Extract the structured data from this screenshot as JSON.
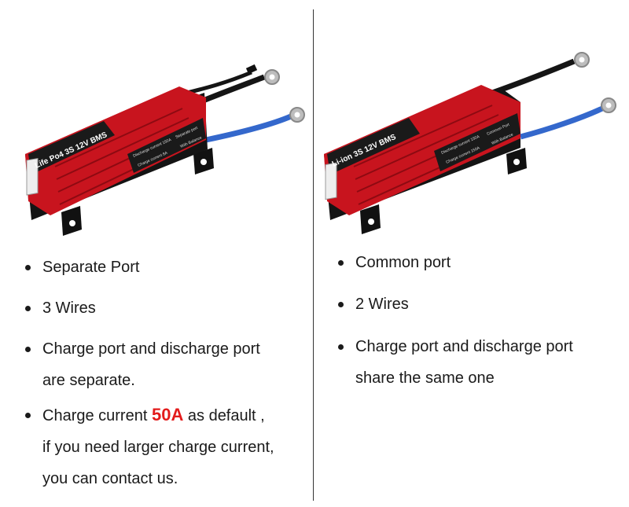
{
  "left": {
    "label_model": "Life Po4 3S 12V BMS",
    "label_discharge": "Discharge current 150A",
    "label_charge": "Charge current 8A",
    "label_port": "Separate port",
    "label_balance": "With Balance",
    "bullets": [
      {
        "lines": [
          "Separate Port"
        ]
      },
      {
        "lines": [
          "3 Wires"
        ]
      },
      {
        "lines": [
          "Charge port and discharge port",
          "are separate."
        ]
      }
    ],
    "charge_default": {
      "pre": "Charge current ",
      "value": "50A",
      "post": " as default ,",
      "line2": "if you need larger charge current,",
      "line3": "you can contact us."
    }
  },
  "right": {
    "label_model": "Li-ion 3S 12V BMS",
    "label_discharge": "Discharge current 150A",
    "label_charge": "Charge current 150A",
    "label_port": "Common Port",
    "label_balance": "With Balance",
    "bullets": [
      {
        "lines": [
          "Common port"
        ]
      },
      {
        "lines": [
          "2 Wires"
        ]
      },
      {
        "lines": [
          "Charge port and discharge port",
          "share the same one"
        ]
      }
    ]
  },
  "colors": {
    "bms_red": "#c8141e",
    "bms_black": "#161616",
    "wire_blue": "#2e64c8",
    "highlight": "#e31b1b"
  }
}
